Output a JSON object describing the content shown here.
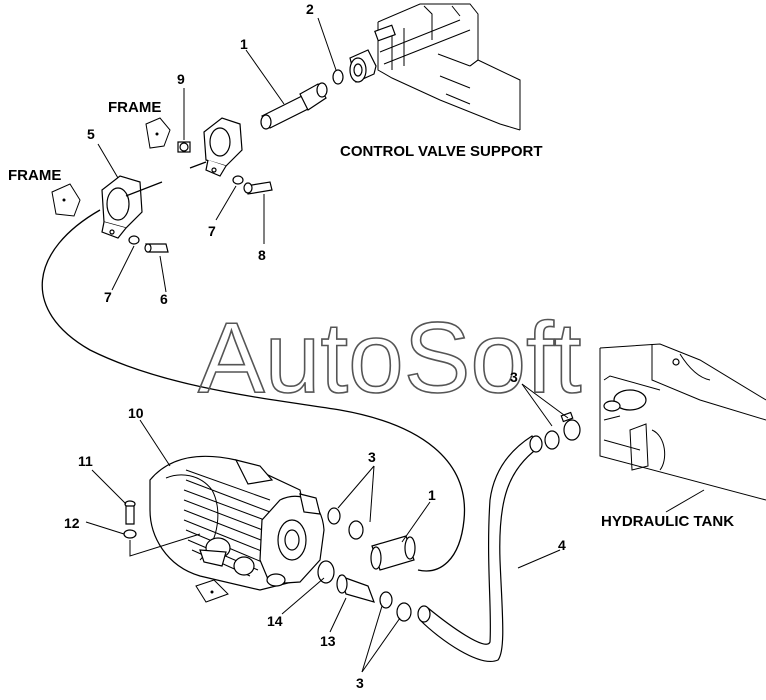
{
  "watermark": "AutoSoft",
  "locations": {
    "control_valve_support": "CONTROL VALVE SUPPORT",
    "hydraulic_tank": "HYDRAULIC TANK",
    "frame_upper": "FRAME",
    "frame_lower": "FRAME"
  },
  "callouts": {
    "c1_top": "1",
    "c2": "2",
    "c9": "9",
    "c5": "5",
    "c7_upper": "7",
    "c8": "8",
    "c7_lower": "7",
    "c6": "6",
    "c3_tank": "3",
    "c10": "10",
    "c11": "11",
    "c12": "12",
    "c3_pump": "3",
    "c1_mid": "1",
    "c4": "4",
    "c14": "14",
    "c13": "13",
    "c3_bottom": "3"
  }
}
